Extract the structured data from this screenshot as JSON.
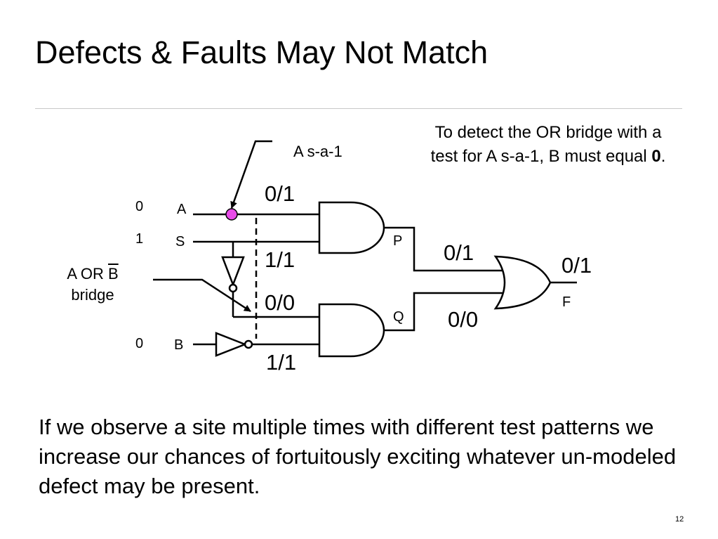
{
  "title": "Defects & Faults May Not Match",
  "note": {
    "line1": "To detect the OR bridge with a",
    "line2_prefix": "test for A s-a-1, B must equal ",
    "line2_bold": "0",
    "line2_suffix": "."
  },
  "diagram": {
    "fault_label": "A s-a-1",
    "inputs": {
      "a": {
        "name": "A",
        "value": "0"
      },
      "s": {
        "name": "S",
        "value": "1"
      },
      "b": {
        "name": "B",
        "value": "0"
      }
    },
    "bridge": {
      "line1_prefix": "A OR ",
      "line1_bar": "B",
      "line2": "bridge"
    },
    "nets": {
      "p": "P",
      "q": "Q",
      "f": "F"
    },
    "values": {
      "and1_a": "0/1",
      "and1_s": "1/1",
      "and2_a_not": "0/0",
      "and2_b_not": "1/1",
      "p": "0/1",
      "q": "0/0",
      "f": "0/1"
    },
    "fault_marker_color": "#e84be8"
  },
  "body": "If we observe a site multiple times with different test patterns we increase our chances of fortuitously exciting whatever un-modeled defect may be present.",
  "slide_number": "12"
}
